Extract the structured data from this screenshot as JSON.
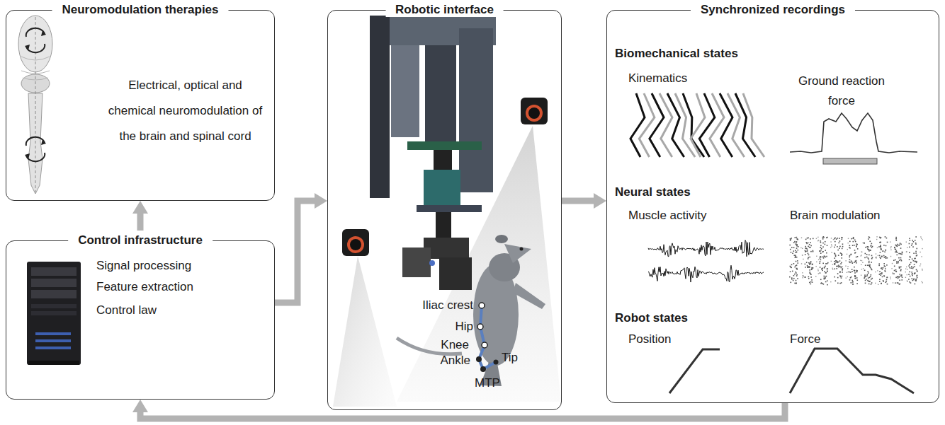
{
  "diagram": {
    "nodes": [
      {
        "text": [
          "Neuromodulation therapies",
          "Electrical, optical and chemical neuromodulation of the brain and spinal cord"
        ]
      },
      {
        "text": [
          "Robotic interface"
        ]
      },
      {
        "text": [
          "Synchronized recordings"
        ]
      },
      {
        "text": [
          "Control infrastructure",
          "Signal processing",
          "Feature extraction",
          "Control law"
        ]
      }
    ],
    "edges": [
      {
        "from": 3,
        "to": 0,
        "arrow": "to"
      },
      {
        "from": 3,
        "to": 1,
        "arrow": "to"
      },
      {
        "from": 1,
        "to": 2,
        "arrow": "to"
      },
      {
        "from": 2,
        "to": 3,
        "arrow": "to"
      }
    ],
    "labels": [
      "Iliac crest",
      "Hip",
      "Knee",
      "Ankle",
      "MTP",
      "Tip",
      "Biomechanical states",
      "Kinematics",
      "Ground reaction force",
      "Neural states",
      "Muscle activity",
      "Brain modulation",
      "Robot states",
      "Position",
      "Force"
    ]
  }
}
